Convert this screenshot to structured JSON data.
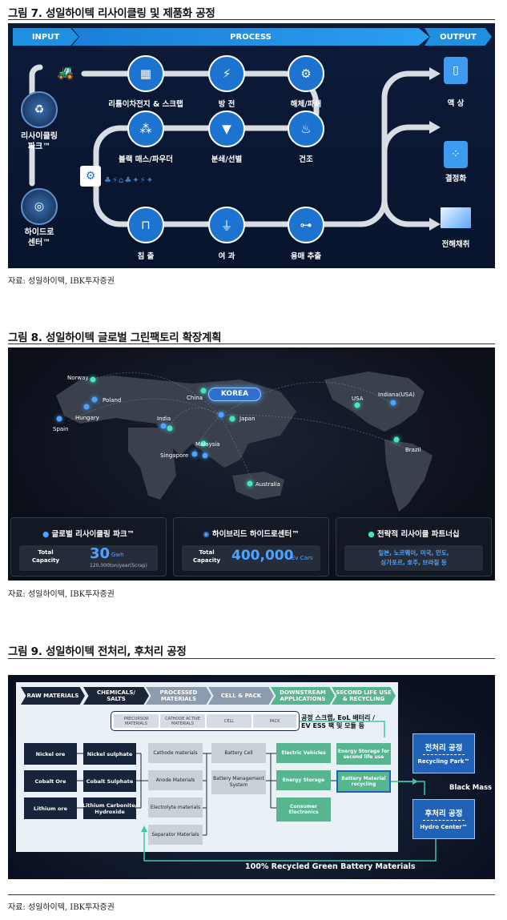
{
  "fig7": {
    "title": "그림 7. 성일하이텍 리사이클링 및 제품화 공정",
    "source": "자료: 성일하이텍, IBK투자증권",
    "bar": {
      "input": "INPUT",
      "process": "PROCESS",
      "output": "OUTPUT"
    },
    "parks": [
      "리사이클링\n파크™",
      "하이드로\n센터™"
    ],
    "steps": [
      "리튬이차전지 & 스크랩",
      "방 전",
      "해체/파쇄",
      "블랙 매스/파우더",
      "분쇄/선별",
      "건조",
      "침 출",
      "여 과",
      "용매 추출"
    ],
    "outputs": [
      "액 상",
      "결정화",
      "전해채취"
    ]
  },
  "fig8": {
    "title": "그림 8. 성일하이텍 글로벌 그린팩토리 확장계획",
    "source": "자료: 성일하이텍, IBK투자증권",
    "korea": "KOREA",
    "cities": [
      "Norway",
      "Poland",
      "Hungary",
      "Spain",
      "China",
      "India",
      "Japan",
      "Malaysia",
      "Singapore",
      "Australia",
      "USA",
      "Indiana(USA)",
      "Brazil"
    ],
    "cards": {
      "c1": {
        "title": "글로벌 리사이클링 파크™",
        "label": "Total\nCapacity",
        "value": "30",
        "unit": "Gwh",
        "sub": "120,000ton/year(Scrap)"
      },
      "c2": {
        "title": "하이브리드 하이드로센터™",
        "label": "Total\nCapacity",
        "value": "400,000",
        "unit": "Ev Cars"
      },
      "c3": {
        "title": "전략적 리사이클 파트너십",
        "text": "일본, 노르웨이, 미국, 인도,\n싱가포르, 호주, 브라질 등"
      }
    }
  },
  "fig9": {
    "title": "그림 9. 성일하이텍 전처리, 후처리 공정",
    "source": "자료: 성일하이텍, IBK투자증권",
    "chevrons": [
      "RAW MATERIALS",
      "CHEMICALS/\nSALTS",
      "PROCESSED\nMATERIALS",
      "CELL & PACK",
      "DOWNSTREAM\nAPPLICATIONS",
      "SECOND LIFE USE\n& RECYCLING"
    ],
    "pills": [
      "PRECURSOR\nMATERIALS",
      "CATHODE ACTIVE\nMATERIALS",
      "CELL",
      "PACK"
    ],
    "note": "공정 스크랩, EoL 배터리 /\nEV ESS 팩 및 모듈 등",
    "ores": [
      "Nickel ore",
      "Cobalt Ore",
      "Lithium ore"
    ],
    "salts": [
      "Nickel sulphate",
      "Cobalt Sulphate",
      "Lithium Carbonite/\nHydroxide"
    ],
    "processed": [
      "Cathode materials",
      "Anode Materials",
      "Electrolyte materials",
      "Separator Materials"
    ],
    "cell": [
      "Battery Cell",
      "Battery Management\nSystem"
    ],
    "downstream": [
      "Electric Vehicles",
      "Energy Storage",
      "Consumer Electronics"
    ],
    "second": [
      "Energy Storage for\nsecond life use",
      "Battery Material\nrecycling"
    ],
    "pre": {
      "title": "전처리 공정",
      "sub": "Recycling Park™"
    },
    "post": {
      "title": "후처리 공정",
      "sub": "Hydro Center™"
    },
    "black_mass": "Black Mass",
    "footer": "100% Recycled Green Battery Materials"
  }
}
